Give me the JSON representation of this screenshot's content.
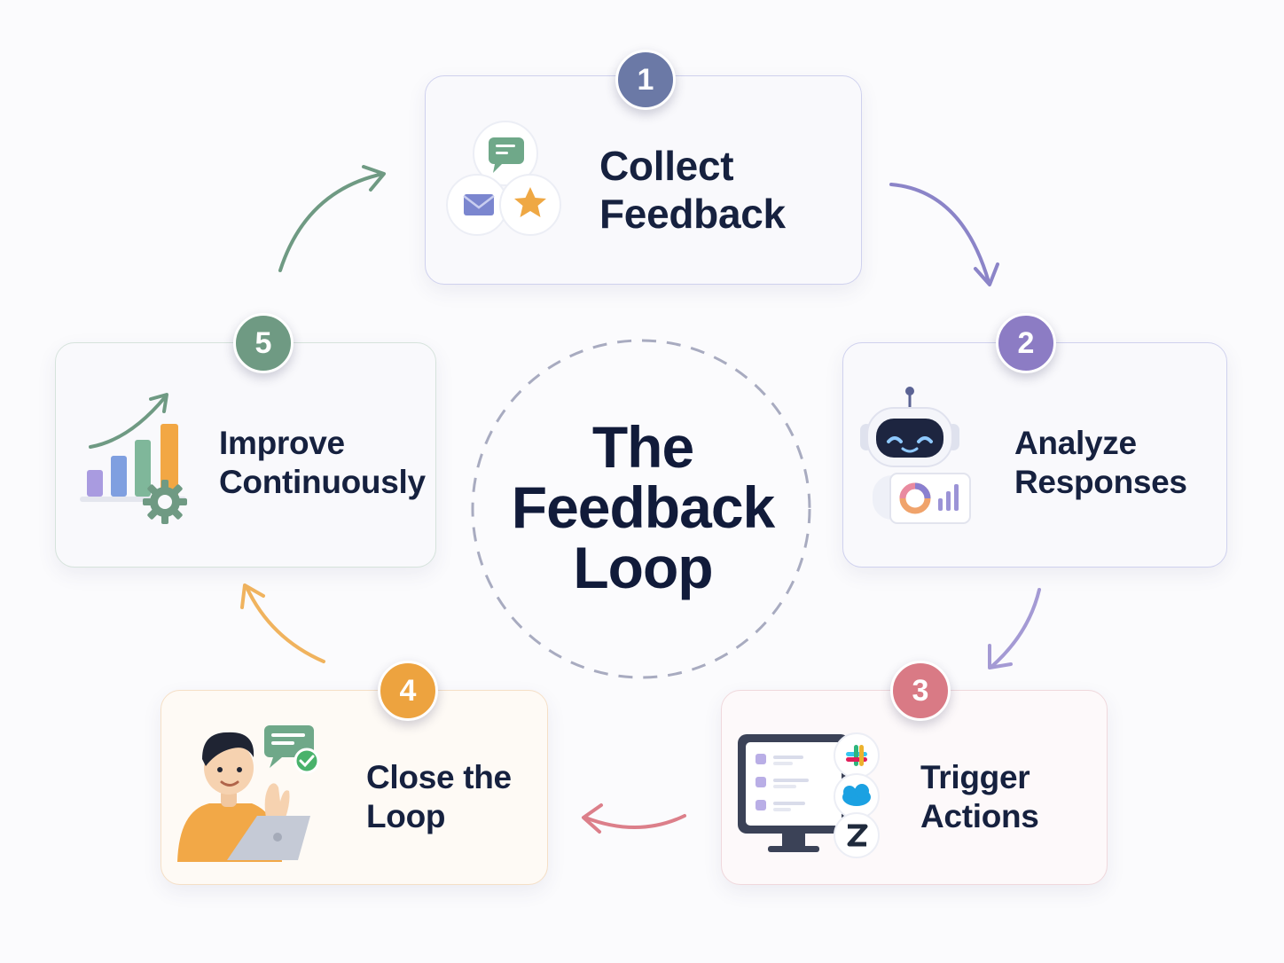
{
  "center": {
    "title_line1": "The",
    "title_line2": "Feedback",
    "title_line3": "Loop"
  },
  "steps": [
    {
      "number": "1",
      "line1": "Collect",
      "line2": "Feedback",
      "color": "#6b79a6",
      "icon": "feedback-channels-icon"
    },
    {
      "number": "2",
      "line1": "Analyze",
      "line2": "Responses",
      "color": "#8c7cc4",
      "icon": "robot-analytics-icon"
    },
    {
      "number": "3",
      "line1": "Trigger",
      "line2": "Actions",
      "color": "#d97a85",
      "icon": "integrations-monitor-icon"
    },
    {
      "number": "4",
      "line1": "Close the",
      "line2": "Loop",
      "color": "#eda33f",
      "icon": "person-laptop-icon"
    },
    {
      "number": "5",
      "line1": "Improve",
      "line2": "Continuously",
      "color": "#6f9a83",
      "icon": "growth-chart-icon"
    }
  ],
  "arrow_colors": {
    "step1_to_2": "#8b84c8",
    "step2_to_3": "#a49ad4",
    "step3_to_4": "#dc7f8a",
    "step4_to_5": "#f0b35e",
    "step5_to_1": "#6f9a83"
  }
}
